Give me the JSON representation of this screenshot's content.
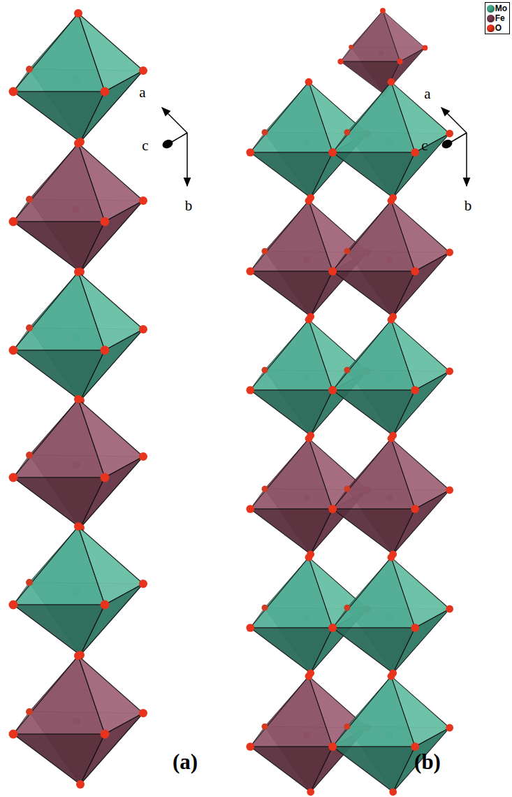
{
  "diagram": {
    "labels": [
      "a",
      "c",
      "b",
      "a",
      "c",
      "b",
      "(a)",
      "(b)"
    ],
    "legend": [
      {
        "text": "Mo",
        "color": "#3fa88a"
      },
      {
        "text": "Fe",
        "color": "#7b3b4f"
      },
      {
        "text": "O",
        "color": "#e8341c"
      }
    ]
  }
}
